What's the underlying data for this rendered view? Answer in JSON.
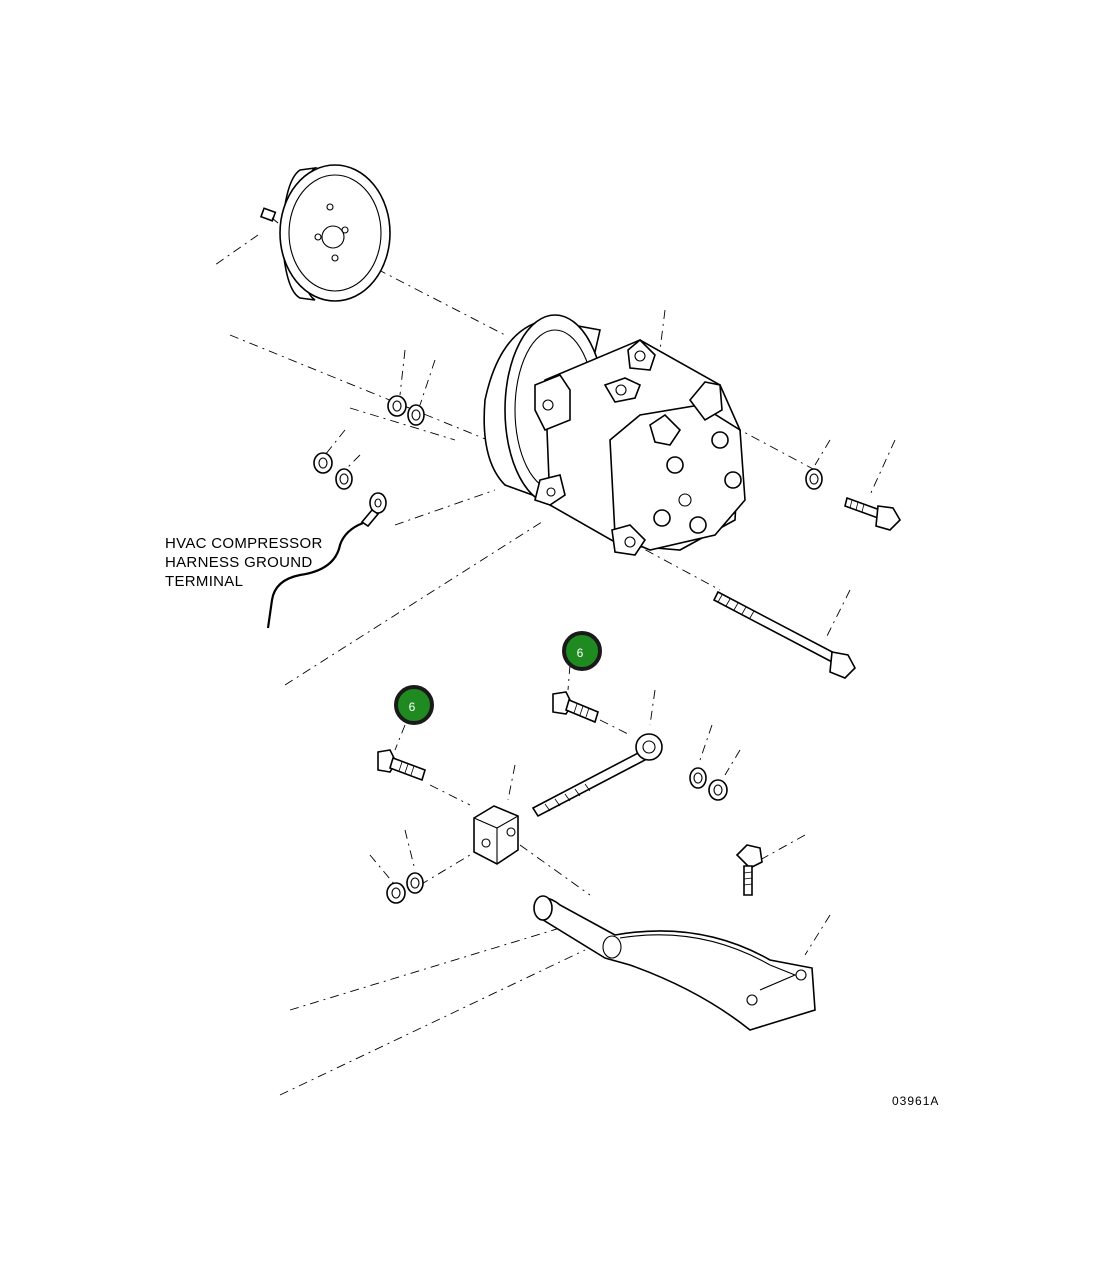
{
  "labels": {
    "ground_terminal_line1": "HVAC COMPRESSOR",
    "ground_terminal_line2": "HARNESS GROUND",
    "ground_terminal_line3": "TERMINAL"
  },
  "figure_id": "03961A",
  "callouts": [
    {
      "number": "6",
      "color": "#1f8a1f",
      "border_color": "#1a1a1a"
    },
    {
      "number": "6",
      "color": "#1f8a1f",
      "border_color": "#1a1a1a"
    }
  ]
}
